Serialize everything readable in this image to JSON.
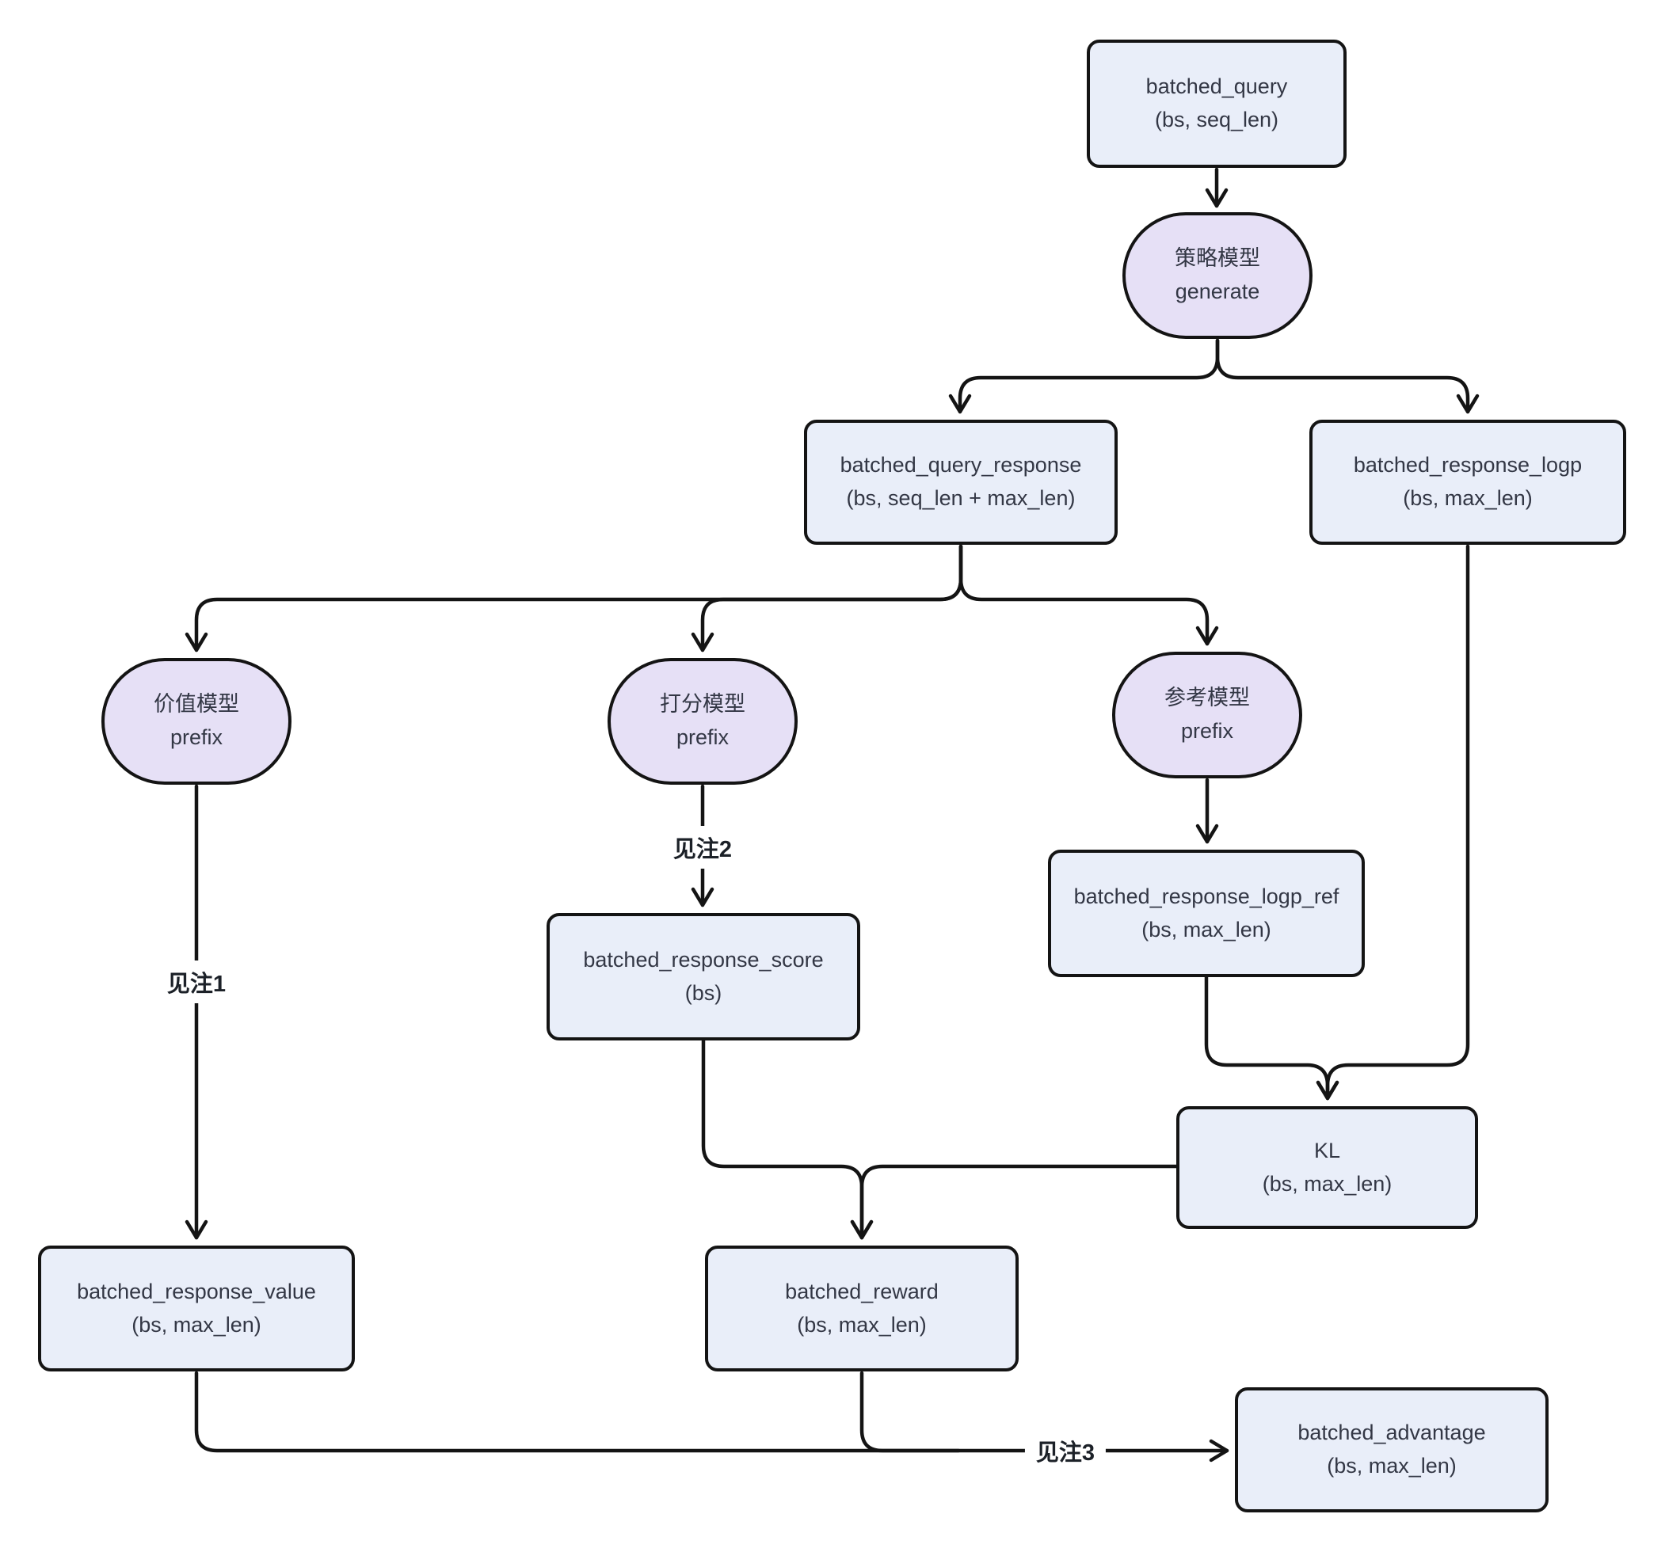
{
  "diagram": {
    "nodes": {
      "batched_query": {
        "line1": "batched_query",
        "line2": "(bs, seq_len)"
      },
      "policy_model": {
        "line1": "策略模型",
        "line2": "generate"
      },
      "batched_query_response": {
        "line1": "batched_query_response",
        "line2": "(bs, seq_len + max_len)"
      },
      "batched_response_logp": {
        "line1": "batched_response_logp",
        "line2": "(bs, max_len)"
      },
      "value_model": {
        "line1": "价值模型",
        "line2": "prefix"
      },
      "score_model": {
        "line1": "打分模型",
        "line2": "prefix"
      },
      "ref_model": {
        "line1": "参考模型",
        "line2": "prefix"
      },
      "batched_response_score": {
        "line1": "batched_response_score",
        "line2": "(bs)"
      },
      "batched_response_logp_ref": {
        "line1": "batched_response_logp_ref",
        "line2": "(bs, max_len)"
      },
      "kl": {
        "line1": "KL",
        "line2": "(bs, max_len)"
      },
      "batched_response_value": {
        "line1": "batched_response_value",
        "line2": "(bs, max_len)"
      },
      "batched_reward": {
        "line1": "batched_reward",
        "line2": "(bs, max_len)"
      },
      "batched_advantage": {
        "line1": "batched_advantage",
        "line2": "(bs, max_len)"
      }
    },
    "edge_labels": {
      "note1": "见注1",
      "note2": "见注2",
      "note3": "见注3"
    },
    "colors": {
      "process_fill": "#e9eef9",
      "model_fill": "#e6e0f6",
      "border": "#141414",
      "text": "#333745",
      "background": "#ffffff"
    }
  }
}
